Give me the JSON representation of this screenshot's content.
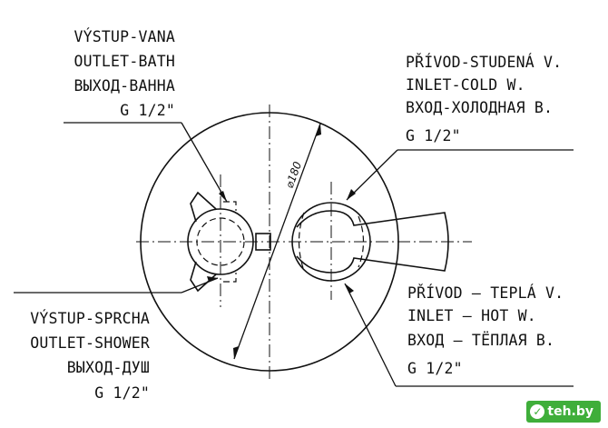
{
  "labels": {
    "outlet_bath": [
      "VÝSTUP-VANA",
      "OUTLET-BATH",
      "ВЫХОД-ВАННА",
      "G 1/2\""
    ],
    "inlet_cold": [
      "PŘÍVOD-STUDENÁ V.",
      "INLET-COLD W.",
      "ВХОД-ХОЛОДНАЯ В.",
      "G 1/2\""
    ],
    "inlet_hot": [
      "PŘÍVOD – TEPLÁ V.",
      "INLET – HOT W.",
      "ВХОД – ТЁПЛАЯ В.",
      "G 1/2\""
    ],
    "outlet_shower": [
      "VÝSTUP-SPRCHA",
      "OUTLET-SHOWER",
      "ВЫХОД-ДУШ",
      "G 1/2\""
    ]
  },
  "dimension": {
    "diameter": "⌀180"
  },
  "watermark": {
    "text": "teh.by"
  },
  "colors": {
    "line": "#111111",
    "watermark_bg": "#3fae3a"
  }
}
